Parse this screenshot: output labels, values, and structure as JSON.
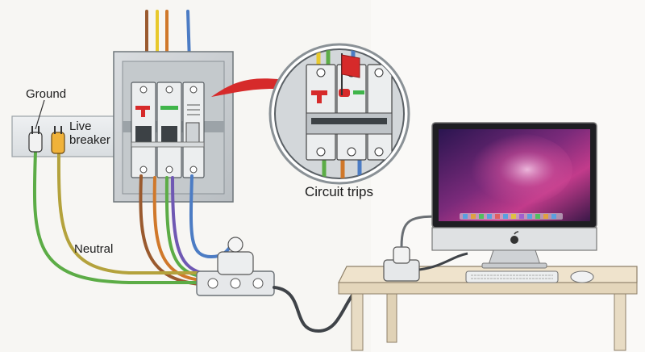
{
  "labels": {
    "ground": "Ground",
    "live_line1": "Live",
    "live_line2": "breaker",
    "neutral": "Neutral",
    "circuit_trips": "Circuit trips"
  },
  "colors": {
    "background": "#f7f6f3",
    "wall_bar": "#e4e7ea",
    "panel_box": "#cfd3d6",
    "breaker_body": "#e9ebec",
    "wire_green": "#5cac46",
    "wire_yellow_green": "#b4a23c",
    "wire_brown": "#9a5a2e",
    "wire_orange": "#d0782a",
    "wire_blue": "#4c7cc4",
    "wire_purple": "#6f58b3",
    "wire_yellow": "#e8c92c",
    "accent_red": "#d62a2a",
    "indicator_green": "#3fb54a",
    "desk_top": "#efe3cc",
    "cable_dark": "#3f4348",
    "screen_magenta": "#c23b8b"
  },
  "icons": {
    "panel": "breaker-panel-icon",
    "breaker": "circuit-breaker-icon",
    "plug": "plug-icon",
    "power_strip": "power-strip-icon",
    "magnifier": "zoom-callout-icon",
    "trip_flag": "trip-flag-icon",
    "computer": "imac-icon",
    "keyboard": "keyboard-icon",
    "mouse": "mouse-icon",
    "desk": "desk-icon",
    "logo": "apple-logo-icon"
  }
}
